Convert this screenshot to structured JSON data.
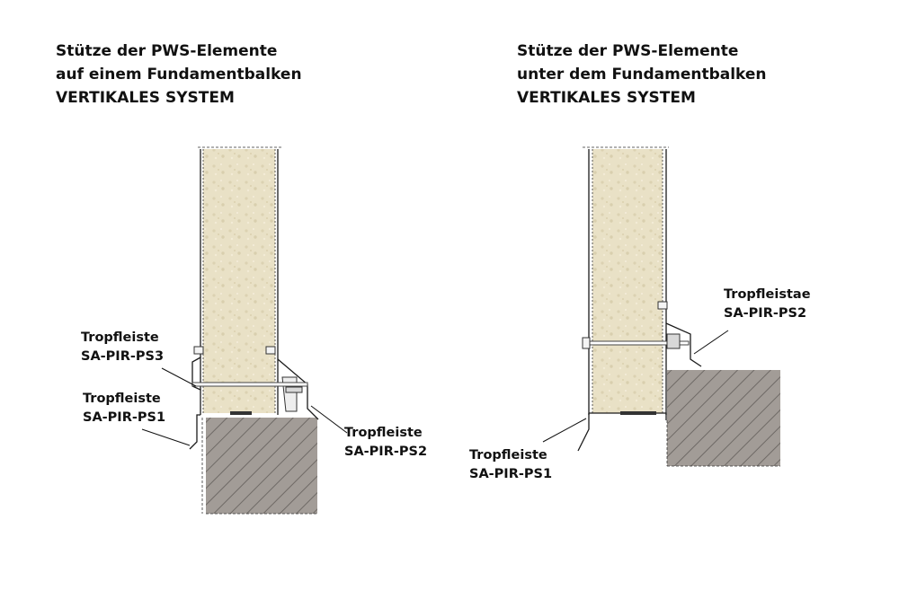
{
  "left": {
    "title": [
      "Stütze der PWS-Elemente",
      "auf einem Fundamentbalken",
      "VERTIKALES SYSTEM"
    ],
    "labels": {
      "ps3": [
        "Tropfleiste",
        "SA-PIR-PS3"
      ],
      "ps1": [
        "Tropfleiste",
        "SA-PIR-PS1"
      ],
      "ps2": [
        "Tropfleiste",
        "SA-PIR-PS2"
      ]
    }
  },
  "right": {
    "title": [
      "Stütze der PWS-Elemente",
      "unter dem Fundamentbalken",
      "VERTIKALES SYSTEM"
    ],
    "labels": {
      "ps2": [
        "Tropfleistae",
        "SA-PIR-PS2"
      ],
      "ps1": [
        "Tropfleiste",
        "SA-PIR-PS1"
      ]
    }
  },
  "colors": {
    "foam": "#e9e1c6",
    "concrete": "#a29c97",
    "hatch": "#6f6a66"
  }
}
